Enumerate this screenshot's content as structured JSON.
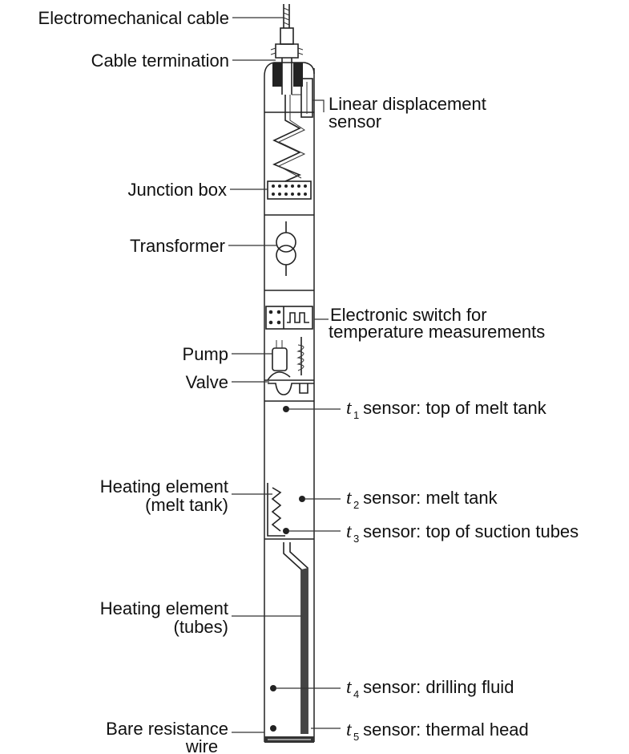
{
  "labels": {
    "electromechanical_cable": "Electromechanical cable",
    "cable_termination": "Cable termination",
    "linear_displacement_line1": "Linear displacement",
    "linear_displacement_line2": "sensor",
    "junction_box": "Junction box",
    "transformer": "Transformer",
    "electronic_switch_line1": "Electronic switch for",
    "electronic_switch_line2": "temperature measurements",
    "pump": "Pump",
    "valve": "Valve",
    "heating_element_melt_line1": "Heating element",
    "heating_element_melt_line2": "(melt tank)",
    "heating_element_tubes_line1": "Heating element",
    "heating_element_tubes_line2": "(tubes)",
    "bare_resistance_line1": "Bare resistance",
    "bare_resistance_line2": "wire"
  },
  "sensors": [
    {
      "var": "t",
      "sub": "1",
      "text": " sensor: top of melt tank"
    },
    {
      "var": "t",
      "sub": "2",
      "text": " sensor: melt tank"
    },
    {
      "var": "t",
      "sub": "3",
      "text": " sensor: top of suction tubes"
    },
    {
      "var": "t",
      "sub": "4",
      "text": " sensor: drilling fluid"
    },
    {
      "var": "t",
      "sub": "5",
      "text": " sensor: thermal head"
    }
  ]
}
